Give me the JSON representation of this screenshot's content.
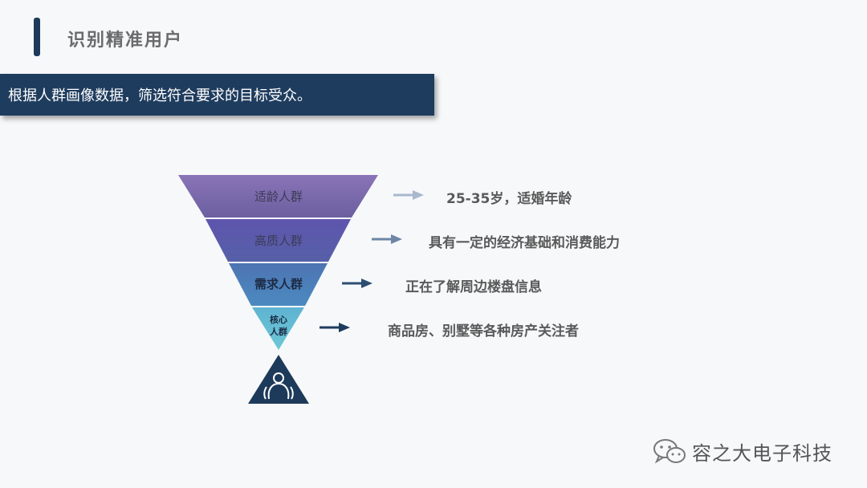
{
  "header": {
    "title": "识别精准用户"
  },
  "banner": {
    "text": "根据人群画像数据，筛选符合要求的目标受众。"
  },
  "funnel": {
    "levels": [
      {
        "label": "适龄人群",
        "description": "25-35岁，适婚年龄",
        "color": "#7b6aa8",
        "arrow_color": "#a9b8cf"
      },
      {
        "label": "高质人群",
        "description": "具有一定的经济基础和消费能力",
        "color": "#5b58a8",
        "arrow_color": "#6d86a6"
      },
      {
        "label": "需求人群",
        "description": "正在了解周边楼盘信息",
        "color": "#4a6fae",
        "arrow_color": "#2d4e72"
      },
      {
        "label_line1": "核心",
        "label_line2": "人群",
        "description": "商品房、别墅等各种房产关注者",
        "color": "#5fb6cf",
        "arrow_color": "#1e3c5e"
      }
    ],
    "base_icon": "people-group-icon",
    "base_color": "#1d3a5a"
  },
  "watermark": {
    "icon": "wechat-icon",
    "text": "容之大电子科技"
  }
}
